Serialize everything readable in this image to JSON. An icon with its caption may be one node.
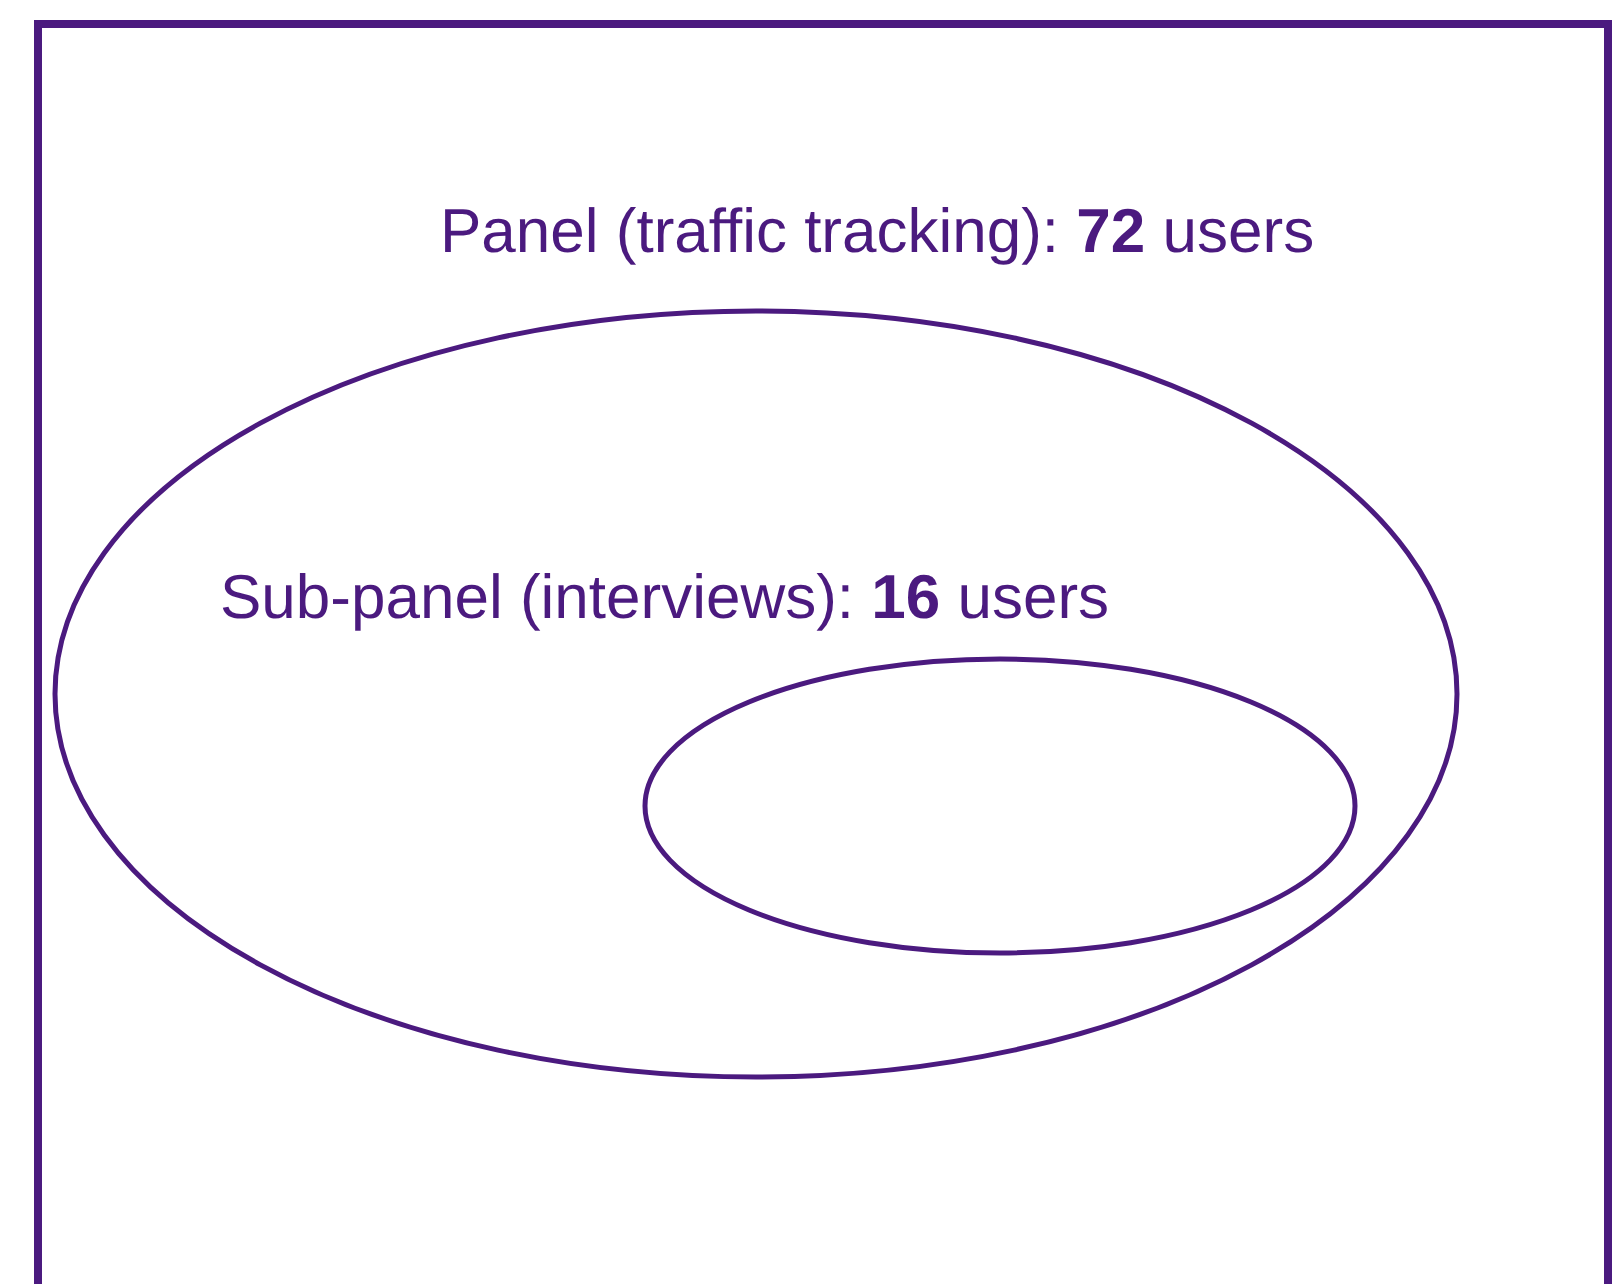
{
  "diagram": {
    "nodes": [
      {
        "text": [],
        "shape": "box"
      },
      {
        "text": [
          "Panel (traffic tracking): **72** users"
        ],
        "in": 0
      },
      {
        "text": [
          "Sub-panel (interviews): **16** users"
        ],
        "in": 1
      }
    ]
  }
}
